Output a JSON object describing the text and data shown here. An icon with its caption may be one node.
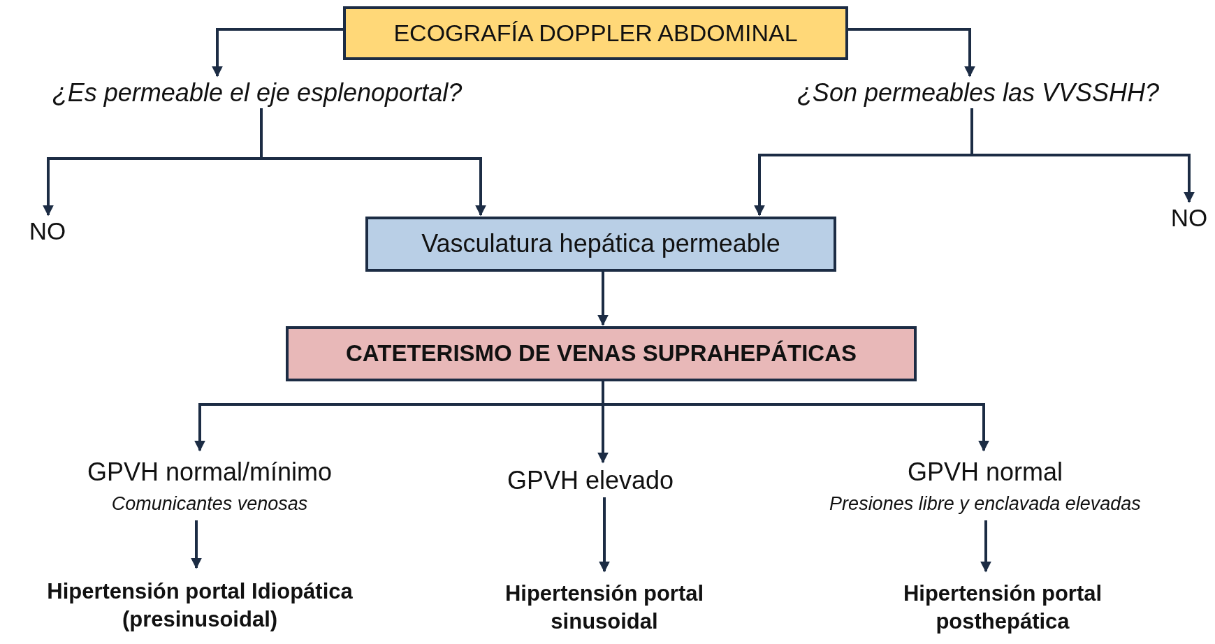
{
  "diagram": {
    "nodes": [
      {
        "text": [
          "ECOGRAFÍA DOPPLER ABDOMINAL"
        ]
      },
      {
        "text": [
          "¿Es permeable el eje esplenoportal?"
        ]
      },
      {
        "text": [
          "¿Son permeables las VVSSHH?"
        ]
      },
      {
        "text": [
          "NO"
        ]
      },
      {
        "text": [
          "Vasculatura hepática permeable"
        ]
      },
      {
        "text": [
          "NO"
        ]
      },
      {
        "text": [
          "CATETERISMO DE VENAS SUPRAHEPÁTICAS"
        ]
      },
      {
        "text": [
          "GPVH normal/mínimo",
          "Comunicantes venosas"
        ]
      },
      {
        "text": [
          "GPVH elevado"
        ]
      },
      {
        "text": [
          "GPVH normal",
          "Presiones libre y enclavada elevadas"
        ]
      },
      {
        "text": [
          "Hipertensión portal Idiopática (presinusoidal)"
        ]
      },
      {
        "text": [
          "Hipertensión portal sinusoidal"
        ]
      },
      {
        "text": [
          "Hipertensión portal posthepática"
        ]
      }
    ],
    "edges": [
      {
        "from": 0,
        "to": 1,
        "arrow": "to"
      },
      {
        "from": 0,
        "to": 2,
        "arrow": "to"
      },
      {
        "from": 1,
        "to": 3,
        "arrow": "to"
      },
      {
        "from": 1,
        "to": 4,
        "arrow": "to"
      },
      {
        "from": 2,
        "to": 4,
        "arrow": "to"
      },
      {
        "from": 2,
        "to": 5,
        "arrow": "to"
      },
      {
        "from": 4,
        "to": 6,
        "arrow": "to"
      },
      {
        "from": 6,
        "to": 7,
        "arrow": "to"
      },
      {
        "from": 6,
        "to": 8,
        "arrow": "to"
      },
      {
        "from": 6,
        "to": 9,
        "arrow": "to"
      },
      {
        "from": 7,
        "to": 10,
        "arrow": "to"
      },
      {
        "from": 8,
        "to": 11,
        "arrow": "to"
      },
      {
        "from": 9,
        "to": 12,
        "arrow": "to"
      }
    ]
  }
}
